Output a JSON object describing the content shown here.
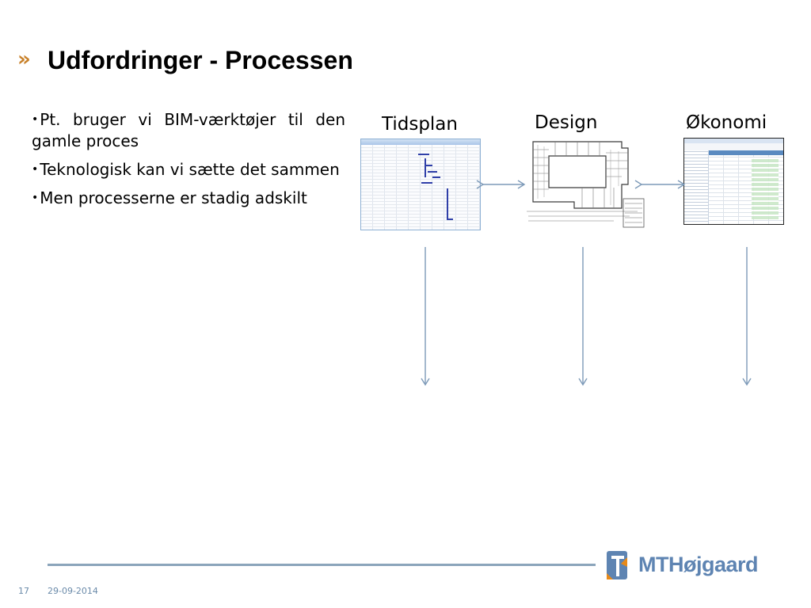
{
  "slide": {
    "title": "Udfordringer - Processen",
    "title_marker": "»",
    "accent_color": "#c8812a"
  },
  "bullets": [
    {
      "marker": "•",
      "text": "Pt. bruger vi BIM-værktøjer til den gamle proces"
    },
    {
      "marker": "•",
      "text": "Teknologisk kan vi sætte det sammen"
    },
    {
      "marker": "•",
      "text": "Men processerne er stadig adskilt"
    }
  ],
  "columns": [
    {
      "label": "Tidsplan",
      "image": "ms-project-gantt-screenshot"
    },
    {
      "label": "Design",
      "image": "building-floor-plan-drawing"
    },
    {
      "label": "Økonomi",
      "image": "cost-estimate-spreadsheet-screenshot"
    }
  ],
  "arrow_color": "#7d9ab8",
  "footer": {
    "page_number": "17",
    "date": "29-09-2014",
    "logo_text": "MTHøjgaard",
    "line_color": "#8ba5bb"
  }
}
